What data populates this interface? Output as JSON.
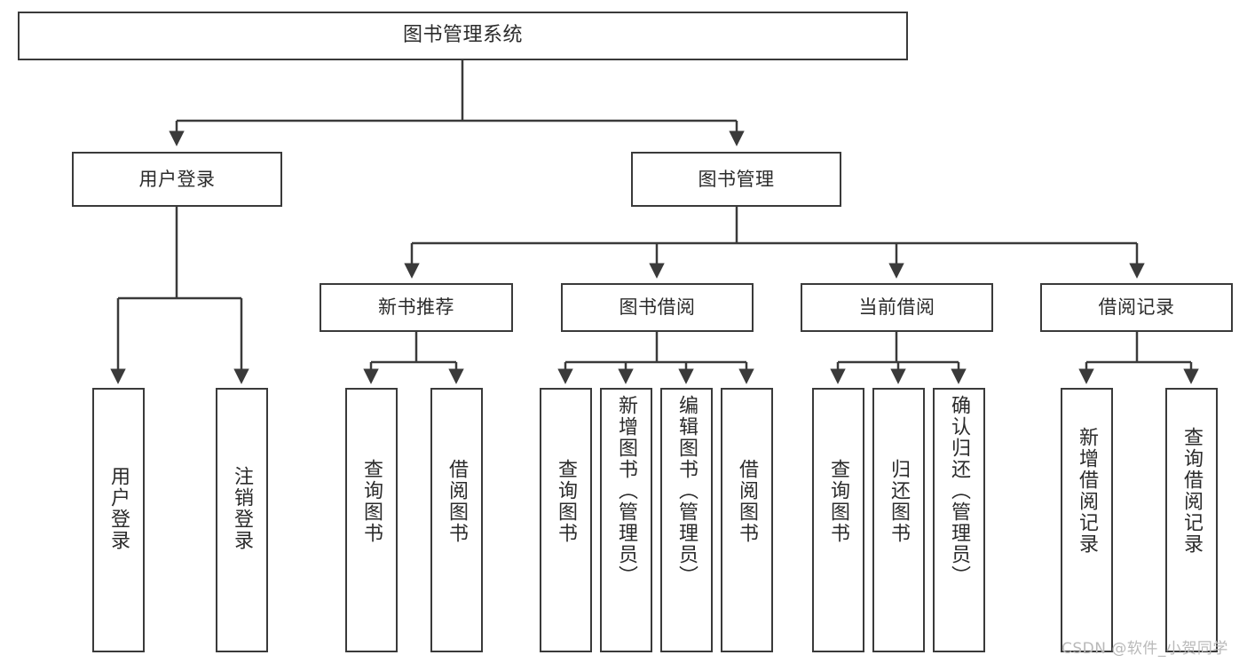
{
  "diagram": {
    "title": "图书管理系统",
    "type": "tree-hierarchy",
    "root": {
      "id": "root",
      "label": "图书管理系统"
    },
    "level2": [
      {
        "id": "user-login",
        "label": "用户登录"
      },
      {
        "id": "book-manage",
        "label": "图书管理"
      }
    ],
    "level3": [
      {
        "id": "new-book-rec",
        "label": "新书推荐"
      },
      {
        "id": "book-borrow",
        "label": "图书借阅"
      },
      {
        "id": "current-borrow",
        "label": "当前借阅"
      },
      {
        "id": "borrow-record",
        "label": "借阅记录"
      }
    ],
    "leaves": {
      "user_login": [
        {
          "id": "leaf-user-login",
          "label": "用户登录"
        },
        {
          "id": "leaf-logout",
          "label": "注销登录"
        }
      ],
      "new_book_rec": [
        {
          "id": "leaf-query-book-1",
          "label": "查询图书"
        },
        {
          "id": "leaf-borrow-book-1",
          "label": "借阅图书"
        }
      ],
      "book_borrow": [
        {
          "id": "leaf-query-book-2",
          "label": "查询图书"
        },
        {
          "id": "leaf-add-book",
          "label": "新增图书（管理员）"
        },
        {
          "id": "leaf-edit-book",
          "label": "编辑图书（管理员）"
        },
        {
          "id": "leaf-borrow-book-2",
          "label": "借阅图书"
        }
      ],
      "current_borrow": [
        {
          "id": "leaf-query-book-3",
          "label": "查询图书"
        },
        {
          "id": "leaf-return-book",
          "label": "归还图书"
        },
        {
          "id": "leaf-confirm-return",
          "label": "确认归还（管理员）"
        }
      ],
      "borrow_record": [
        {
          "id": "leaf-add-record",
          "label": "新增借阅记录"
        },
        {
          "id": "leaf-query-record",
          "label": "查询借阅记录"
        }
      ]
    }
  },
  "watermark": {
    "text": "CSDN @软件_小贺同学"
  },
  "colors": {
    "stroke": "#3a3a3a",
    "fill": "#ffffff",
    "text": "#2b2b2b",
    "watermark": "#b9b9b9"
  }
}
